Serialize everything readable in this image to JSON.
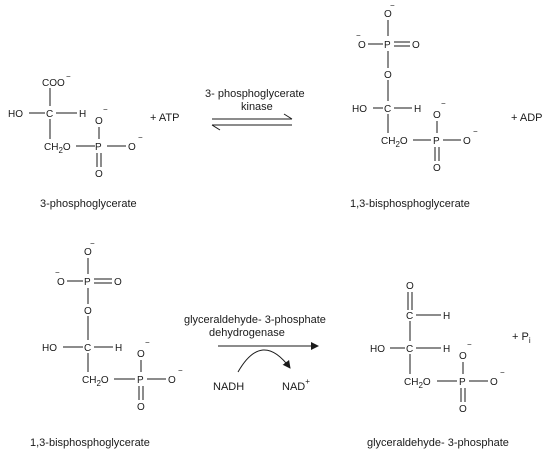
{
  "reaction1": {
    "reactant": {
      "name": "3-phosphoglycerate",
      "atoms": {
        "coo": "COO",
        "ho": "HO",
        "c": "C",
        "h": "H",
        "ch2o": "CH",
        "ch2o_sub": "2",
        "ch2o_tail": "O",
        "p": "P",
        "o_top": "O",
        "o_right": "O",
        "o_bottom": "O"
      },
      "charge": "−"
    },
    "reagent_plus": "+ ATP",
    "enzyme_line1": "3- phosphoglycerate",
    "enzyme_line2": "kinase",
    "product": {
      "name": "1,3-bisphosphoglycerate",
      "atoms": {
        "o_top": "O",
        "o_left": "O",
        "p": "P",
        "o_right": "O",
        "o_link": "O",
        "ho": "HO",
        "c": "C",
        "h": "H",
        "ch2o": "CH",
        "ch2o_sub": "2",
        "ch2o_tail": "O",
        "p2": "P",
        "o2_top": "O",
        "o2_right": "O",
        "o2_bottom": "O"
      },
      "charge": "−"
    },
    "product_plus": "+ ADP"
  },
  "reaction2": {
    "reactant": {
      "name": "1,3-bisphosphoglycerate",
      "atoms": {
        "o_top": "O",
        "o_left": "O",
        "p": "P",
        "o_right": "O",
        "o_link": "O",
        "ho": "HO",
        "c": "C",
        "h": "H",
        "ch2o": "CH",
        "ch2o_sub": "2",
        "ch2o_tail": "O",
        "p2": "P",
        "o2_top": "O",
        "o2_right": "O",
        "o2_bottom": "O"
      },
      "charge": "−"
    },
    "enzyme_line1": "glyceraldehyde- 3-phosphate",
    "enzyme_line2": "dehydrogenase",
    "cofactor_in": "NADH",
    "cofactor_out": "NAD",
    "cofactor_out_sup": "+",
    "product": {
      "name": "glyceraldehyde- 3-phosphate",
      "atoms": {
        "o_ald": "O",
        "c_ald": "C",
        "h_ald": "H",
        "ho": "HO",
        "c": "C",
        "h": "H",
        "ch2o": "CH",
        "ch2o_sub": "2",
        "ch2o_tail": "O",
        "p": "P",
        "o_top": "O",
        "o_right": "O",
        "o_bottom": "O"
      },
      "charge": "−"
    },
    "product_plus": "+ P",
    "product_plus_sub": "i"
  }
}
